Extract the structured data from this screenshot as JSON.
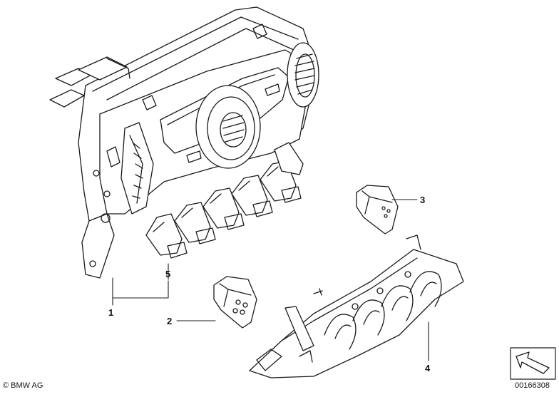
{
  "diagram": {
    "part_labels": [
      "1",
      "2",
      "3",
      "4",
      "5"
    ],
    "copyright": "© BMW AG",
    "diagram_number": "00166308"
  }
}
